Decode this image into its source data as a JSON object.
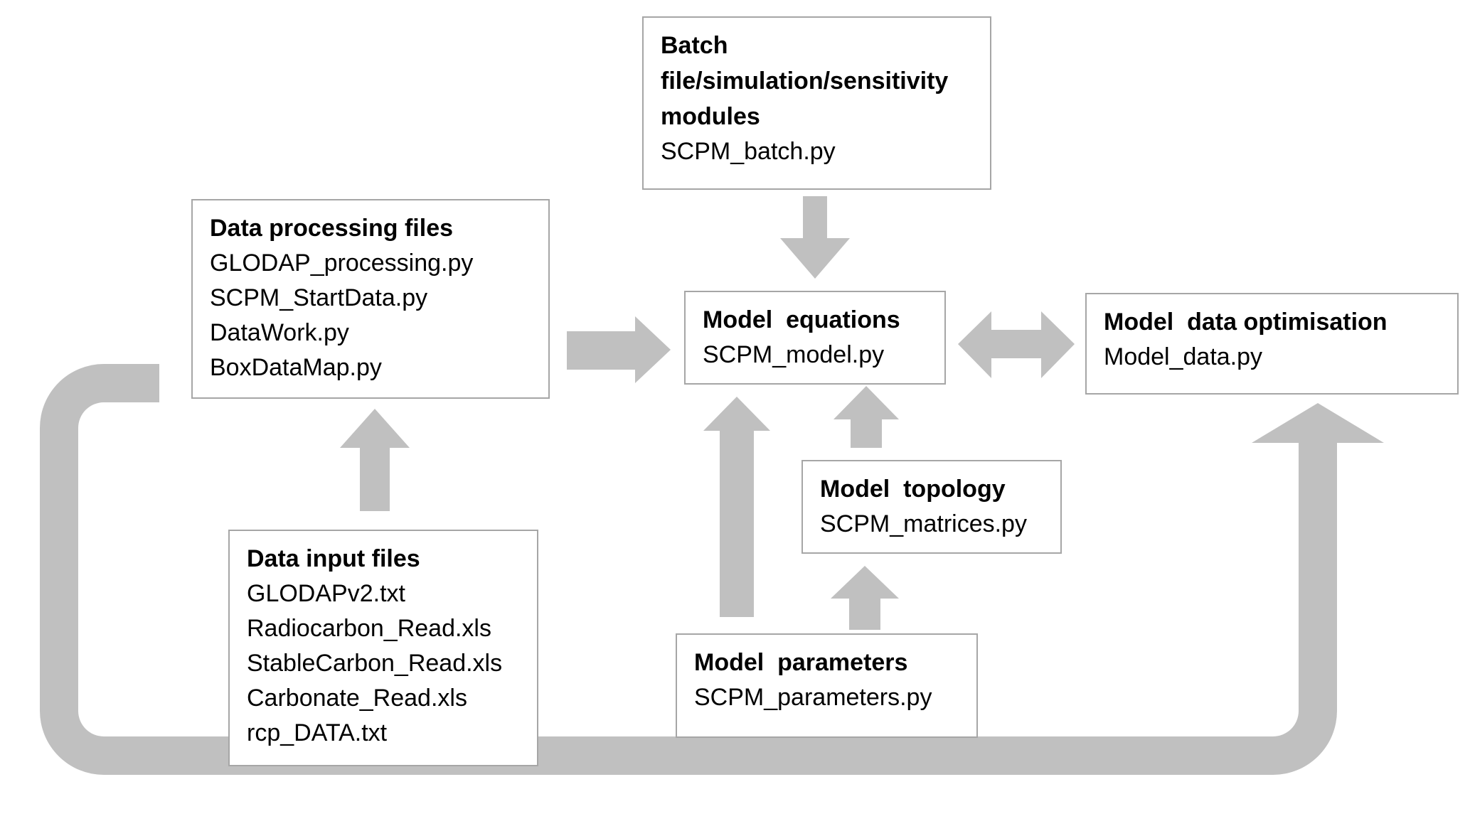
{
  "colors": {
    "arrow": "#c0c0c0",
    "box_border": "#a6a6a6",
    "text": "#000000"
  },
  "nodes": {
    "batch": {
      "title_lines": [
        "Batch",
        "file/simulation/sensitivity",
        "modules"
      ],
      "files": [
        "SCPM_batch.py"
      ]
    },
    "data_processing": {
      "title": "Data processing files",
      "files": [
        "GLODAP_processing.py",
        "SCPM_StartData.py",
        "DataWork.py",
        "BoxDataMap.py"
      ]
    },
    "model_equations": {
      "title": "Model  equations",
      "files": [
        "SCPM_model.py"
      ]
    },
    "model_data_optimisation": {
      "title": "Model  data optimisation",
      "files": [
        "Model_data.py"
      ]
    },
    "model_topology": {
      "title": "Model  topology",
      "files": [
        "SCPM_matrices.py"
      ]
    },
    "data_input": {
      "title": "Data input files",
      "files": [
        "GLODAPv2.txt",
        "Radiocarbon_Read.xls",
        "StableCarbon_Read.xls",
        "Carbonate_Read.xls",
        "rcp_DATA.txt"
      ]
    },
    "model_parameters": {
      "title": "Model  parameters",
      "files": [
        "SCPM_parameters.py"
      ]
    }
  },
  "edges": [
    {
      "from": "batch",
      "to": "model_equations"
    },
    {
      "from": "data_processing",
      "to": "model_equations"
    },
    {
      "from": "model_equations",
      "to": "model_data_optimisation",
      "bidirectional": true
    },
    {
      "from": "data_input",
      "to": "data_processing"
    },
    {
      "from": "model_topology",
      "to": "model_equations"
    },
    {
      "from": "model_parameters",
      "to": "model_equations"
    },
    {
      "from": "model_parameters",
      "to": "model_topology"
    },
    {
      "from": "data_processing",
      "to": "model_data_optimisation",
      "route": "loop-bottom"
    }
  ]
}
